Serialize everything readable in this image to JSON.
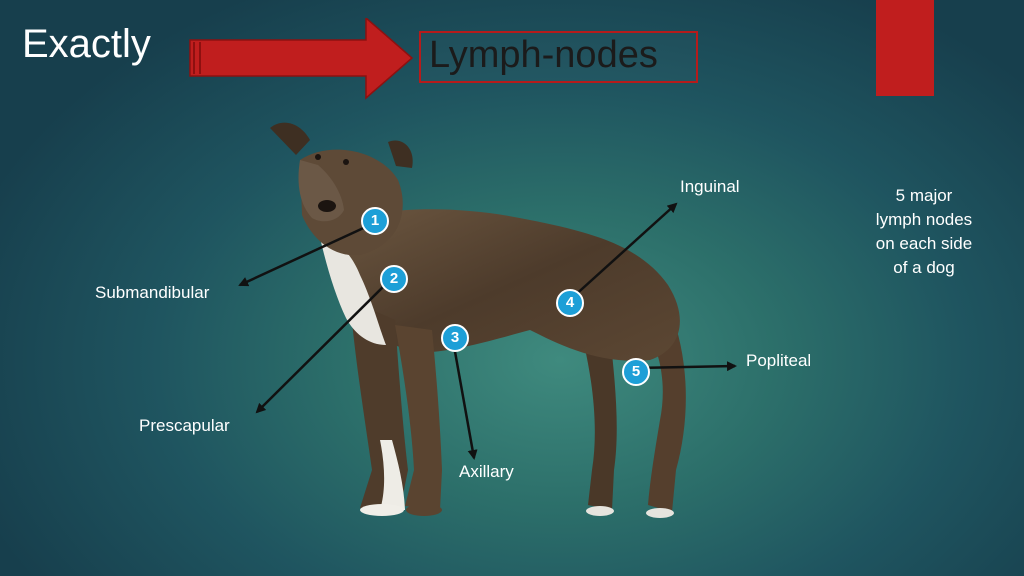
{
  "header": {
    "left_title": "Exactly",
    "box_title": "Lymph-nodes"
  },
  "colors": {
    "accent_red": "#c01e1e",
    "badge_blue": "#1d9fd7",
    "background": "#2c6f6a"
  },
  "note": {
    "line1": "5 major",
    "line2": "lymph nodes",
    "line3": "on each side",
    "line4": "of a dog"
  },
  "nodes": [
    {
      "number": "1",
      "label": "Submandibular"
    },
    {
      "number": "2",
      "label": "Prescapular"
    },
    {
      "number": "3",
      "label": "Axillary"
    },
    {
      "number": "4",
      "label": "Inguinal"
    },
    {
      "number": "5",
      "label": "Popliteal"
    }
  ]
}
